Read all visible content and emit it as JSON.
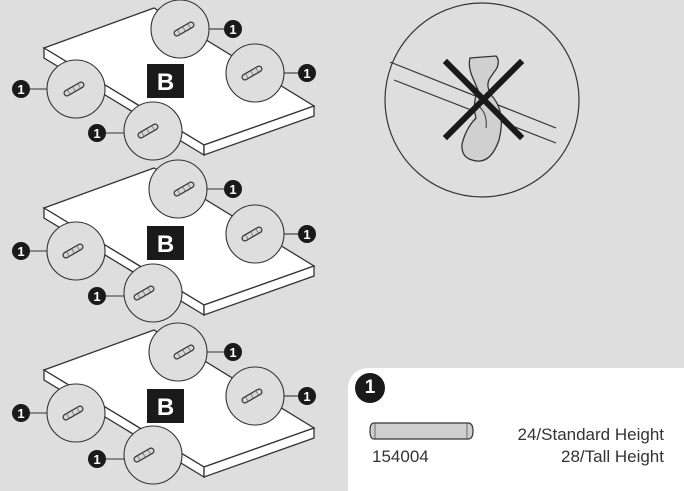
{
  "panel_label": "B",
  "callout_number": "1",
  "legend": {
    "number": "1",
    "part_number": "154004",
    "quantities": [
      "24/Standard Height",
      "28/Tall Height"
    ]
  },
  "colors": {
    "background": "#dedede",
    "panel": "#ffffff",
    "line": "#333333",
    "badge": "#1a1a1a",
    "dowel": "#cfcfcf"
  },
  "warning": {
    "icon": "x-mark-icon",
    "meaning": "do not use"
  }
}
